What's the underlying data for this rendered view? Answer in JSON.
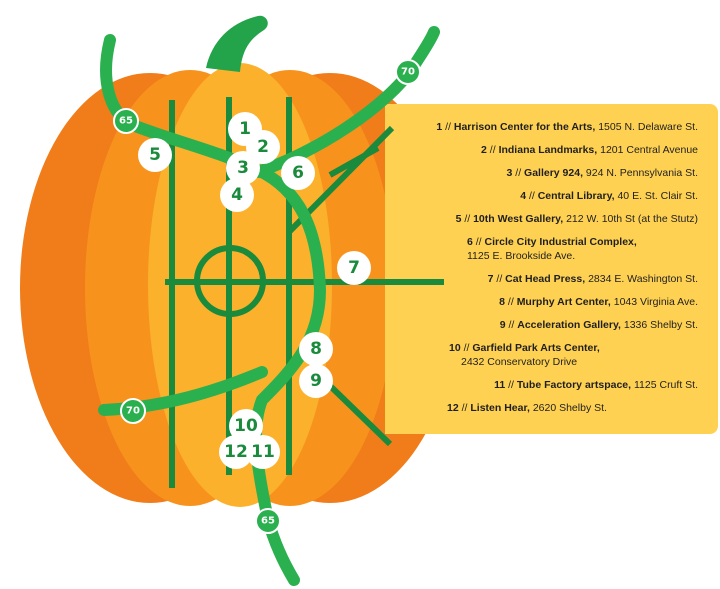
{
  "colors": {
    "pumpkin_outer": "#f07d1a",
    "pumpkin_mid": "#f7931d",
    "pumpkin_center": "#fbb12b",
    "stem": "#23a34a",
    "road": "#1a8a3c",
    "highway": "#2bb04f",
    "legend_bg": "#ffd152"
  },
  "highways": [
    {
      "id": "i65-north",
      "label": "65"
    },
    {
      "id": "i70-east",
      "label": "70"
    },
    {
      "id": "i70-west",
      "label": "70"
    },
    {
      "id": "i65-south",
      "label": "65"
    }
  ],
  "pins": [
    "1",
    "2",
    "3",
    "4",
    "5",
    "6",
    "7",
    "8",
    "9",
    "10",
    "11",
    "12"
  ],
  "legend": [
    {
      "num": "1",
      "name": "Harrison Center for the Arts,",
      "addr": "1505 N. Delaware St."
    },
    {
      "num": "2",
      "name": "Indiana Landmarks,",
      "addr": "1201 Central Avenue"
    },
    {
      "num": "3",
      "name": "Gallery 924,",
      "addr": "924 N. Pennsylvania St."
    },
    {
      "num": "4",
      "name": "Central Library,",
      "addr": " 40 E. St. Clair St."
    },
    {
      "num": "5",
      "name": "10th West Gallery,",
      "addr": "212 W. 10th St (at the Stutz)"
    },
    {
      "num": "6",
      "name": "Circle City Industrial Complex,",
      "addr": "1125 E. Brookside Ave."
    },
    {
      "num": "7",
      "name": "Cat Head Press,",
      "addr": "2834 E. Washington St."
    },
    {
      "num": "8",
      "name": "Murphy Art Center,",
      "addr": "1043 Virginia Ave."
    },
    {
      "num": "9",
      "name": "Acceleration Gallery,",
      "addr": "1336 Shelby St."
    },
    {
      "num": "10",
      "name": "Garfield Park Arts Center,",
      "addr": "2432 Conservatory Drive"
    },
    {
      "num": "11",
      "name": "Tube Factory artspace,",
      "addr": "1125 Cruft St."
    },
    {
      "num": "12",
      "name": "Listen Hear,",
      "addr": "2620 Shelby St."
    }
  ]
}
